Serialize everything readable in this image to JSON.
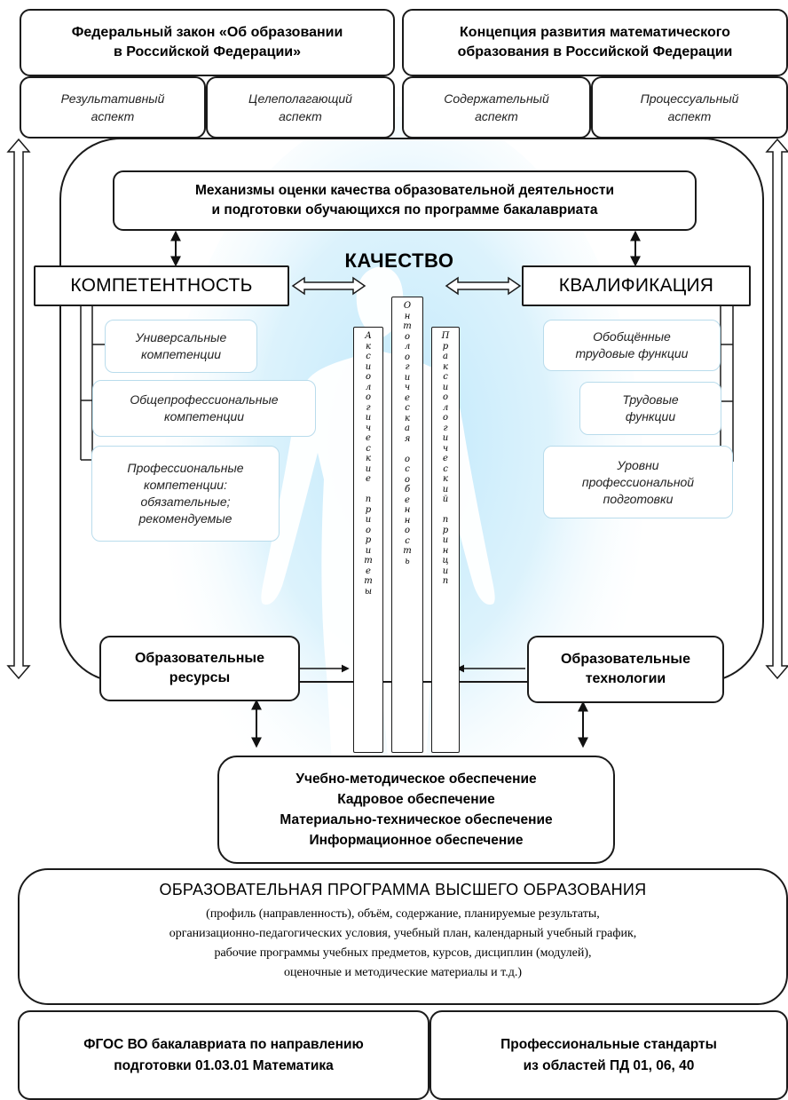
{
  "top": {
    "federal_law": "Федеральный закон «Об образовании\nв Российской Федерации»",
    "concept": "Концепция развития математического\nобразования в Российской Федерации"
  },
  "aspects": [
    {
      "label": "Результативный\nаспект"
    },
    {
      "label": "Целеполагающий\nаспект"
    },
    {
      "label": "Содержательный\nаспект"
    },
    {
      "label": "Процессуальный\nаспект"
    }
  ],
  "mechanisms": "Механизмы оценки качества образовательной деятельности\nи подготовки обучающихся по программе бакалавриата",
  "quality": "КАЧЕСТВО",
  "competence": "КОМПЕТЕНТНОСТЬ",
  "qualification": "КВАЛИФИКАЦИЯ",
  "competencies": [
    {
      "label": "Универсальные\nкомпетенции"
    },
    {
      "label": "Общепрофессиональные\nкомпетенции"
    },
    {
      "label": "Профессиональные\nкомпетенции:\nобязательные;\nрекомендуемые"
    }
  ],
  "functions": [
    {
      "label": "Обобщённые\nтрудовые функции"
    },
    {
      "label": "Трудовые\nфункции"
    },
    {
      "label": "Уровни\nпрофессиональной\nподготовки"
    }
  ],
  "columns": {
    "left": "Аксиологические приоритеты",
    "center": "Онтологическая особенность",
    "right": "Праксиологический принцип"
  },
  "resources": "Образовательные\nресурсы",
  "technologies": "Образовательные\nтехнологии",
  "support": "Учебно-методическое обеспечение\nКадровое обеспечение\nМатериально-техническое обеспечение\nИнформационное обеспечение",
  "program": {
    "title": "ОБРАЗОВАТЕЛЬНАЯ ПРОГРАММА ВЫСШЕГО ОБРАЗОВАНИЯ",
    "details": "(профиль (направленность),  объём, содержание,  планируемые  результаты,\nорганизационно-педагогических  условия, учебный план, календарный  учебный график,\nрабочие программы  учебных предметов,  курсов, дисциплин  (модулей),\nоценочные и методические  материалы  и т.д.)"
  },
  "bottom": {
    "fgos": "ФГОС ВО бакалавриата по направлению\nподготовки 01.03.01 Математика",
    "standards": "Профессиональные стандарты\nиз областей ПД 01, 06, 40"
  }
}
